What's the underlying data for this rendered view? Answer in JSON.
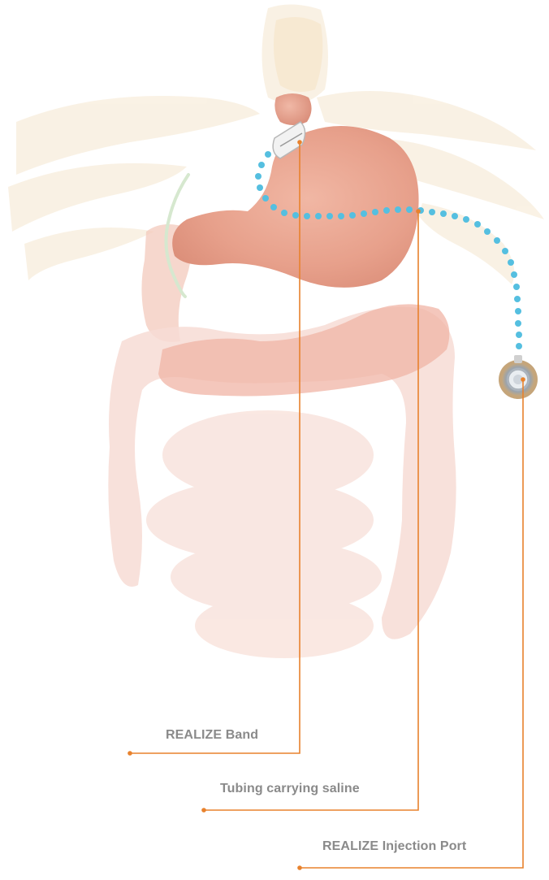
{
  "callouts": [
    {
      "id": "band",
      "label": "REALIZE Band"
    },
    {
      "id": "tubing",
      "label": "Tubing carrying saline"
    },
    {
      "id": "port",
      "label": "REALIZE Injection Port"
    }
  ],
  "colors": {
    "leader_line": "#e8822d",
    "tubing_dot": "#55bfe0",
    "label_text": "#8a8a8a",
    "stomach": "#e9a48f",
    "intestine": "#f6d6cf",
    "bone": "#f3e3c5"
  }
}
